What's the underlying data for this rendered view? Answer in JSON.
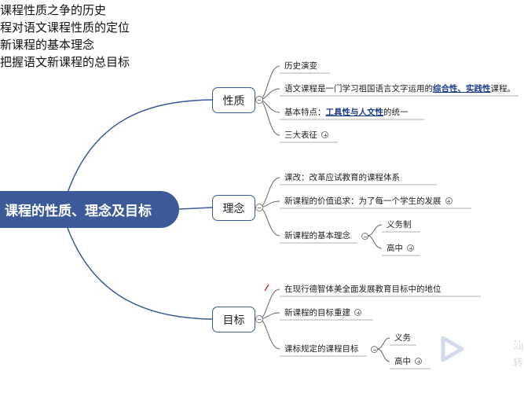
{
  "top_notes": [
    "课程性质之争的历史",
    "程对语文课程性质的定位",
    "新课程的基本理念",
    "把握语文新课程的总目标"
  ],
  "root_title": "课程的性质、理念及目标",
  "branches": {
    "xingzhi": {
      "label": "性质",
      "leaf_history": "历史演变",
      "leaf_course_prefix": "语文课程是一门学习祖国语言文字运用的",
      "leaf_course_highlight": "综合性、实践性",
      "leaf_course_suffix": "课程。",
      "leaf_traits_prefix": "基本特点：",
      "leaf_traits_highlight": "工具性与人文性",
      "leaf_traits_suffix": "的统一",
      "leaf_signs": "三大表征"
    },
    "linian": {
      "label": "理念",
      "leaf_reform": "课改：改革应试教育的课程体系",
      "leaf_value": "新课程的价值追求：为了每一个学生的发展",
      "leaf_basic": "新课程的基本理念",
      "sub_compulsory": "义务制",
      "sub_high": "高中"
    },
    "mubiao": {
      "label": "目标",
      "leaf_position": "在现行德智体美全面发展教育目标中的地位",
      "leaf_rebuild": "新课程的目标重建",
      "leaf_standard": "课标规定的课程目标",
      "sub_compulsory": "义务",
      "sub_high": "高中"
    }
  },
  "watermark_chars": [
    "汕",
    "转"
  ],
  "colors": {
    "accent": "#3a5a98",
    "line": "#3a5a98",
    "leaf_line": "#777777"
  }
}
